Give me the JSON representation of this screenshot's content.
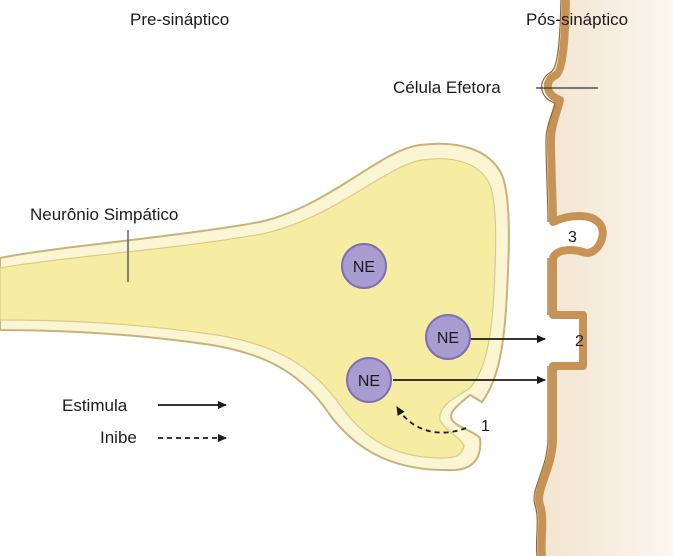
{
  "labels": {
    "presynaptic": "Pre-sináptico",
    "postsynaptic": "Pós-sináptico",
    "effector_cell": "Célula Efetora",
    "sympathetic_neuron": "Neurônio Simpático"
  },
  "vesicles": [
    "NE",
    "NE",
    "NE"
  ],
  "receptor_sites": [
    "3",
    "2"
  ],
  "reuptake_site": "1",
  "legend": {
    "stimulate": "Estimula",
    "inhibit": "Inibe"
  },
  "colors": {
    "terminal_fill": "#f7efa6",
    "terminal_border": "#fbf5d3",
    "terminal_outline": "#b49a55",
    "membrane": "#c79256",
    "cell_body": "#f5ead8",
    "vesicle": "#a99cd0",
    "vesicle_stroke": "#7d6eb5"
  }
}
